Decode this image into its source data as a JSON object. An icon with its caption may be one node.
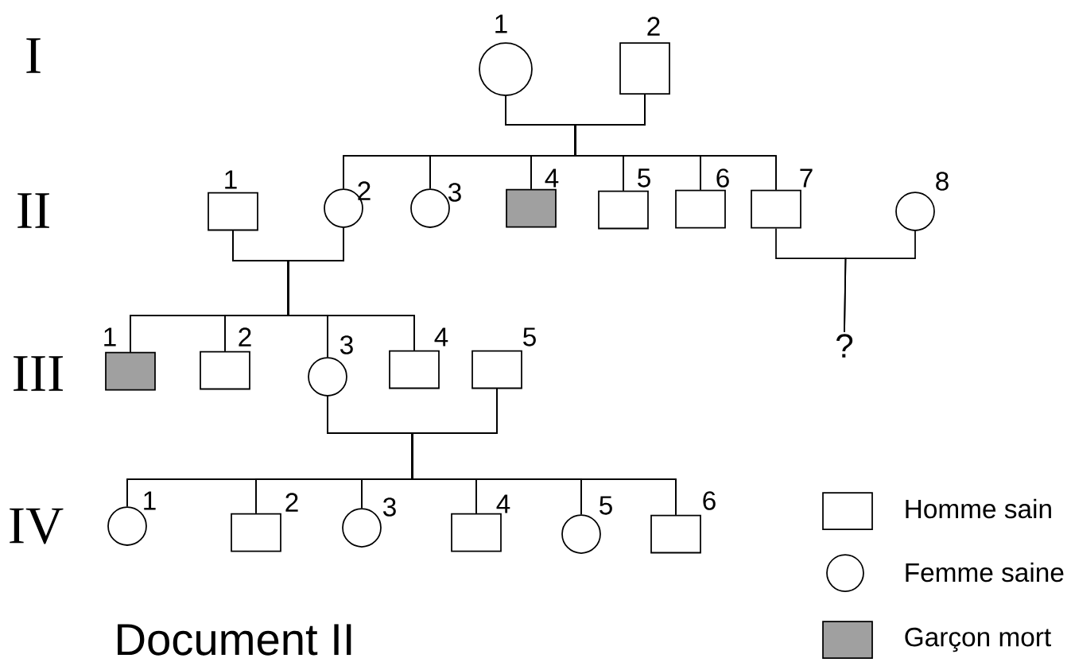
{
  "diagram": {
    "caption": "Document II",
    "nodes": [
      {
        "text": [],
        "shape": "circle",
        "beside": [
          "1"
        ]
      },
      {
        "text": [],
        "shape": "box",
        "beside": [
          "2"
        ]
      },
      {
        "text": [],
        "shape": "box",
        "beside": [
          "1"
        ]
      },
      {
        "text": [],
        "shape": "circle",
        "beside": [
          "2"
        ]
      },
      {
        "text": [],
        "shape": "circle",
        "beside": [
          "3"
        ]
      },
      {
        "text": [],
        "shape": "box",
        "beside": [
          "4"
        ]
      },
      {
        "text": [],
        "shape": "box",
        "beside": [
          "5"
        ]
      },
      {
        "text": [],
        "shape": "box",
        "beside": [
          "6"
        ]
      },
      {
        "text": [],
        "shape": "box",
        "beside": [
          "7"
        ]
      },
      {
        "text": [],
        "shape": "circle",
        "beside": [
          "8"
        ]
      },
      {
        "text": [],
        "shape": "box",
        "beside": [
          "1"
        ]
      },
      {
        "text": [],
        "shape": "box",
        "beside": [
          "2"
        ]
      },
      {
        "text": [],
        "shape": "circle",
        "beside": [
          "3"
        ]
      },
      {
        "text": [],
        "shape": "box",
        "beside": [
          "4"
        ]
      },
      {
        "text": [],
        "shape": "box",
        "beside": [
          "5"
        ]
      },
      {
        "text": [
          "?"
        ]
      },
      {
        "text": [],
        "shape": "circle",
        "beside": [
          "1"
        ]
      },
      {
        "text": [],
        "shape": "box",
        "beside": [
          "2"
        ]
      },
      {
        "text": [],
        "shape": "circle",
        "beside": [
          "3"
        ]
      },
      {
        "text": [],
        "shape": "box",
        "beside": [
          "4"
        ]
      },
      {
        "text": [],
        "shape": "circle",
        "beside": [
          "5"
        ]
      },
      {
        "text": [],
        "shape": "box",
        "beside": [
          "6"
        ]
      }
    ],
    "edges": [
      {
        "from": 0,
        "to": 3,
        "arrow": "none"
      },
      {
        "from": 1,
        "to": 3,
        "arrow": "none"
      },
      {
        "from": 0,
        "to": 4,
        "arrow": "none"
      },
      {
        "from": 1,
        "to": 4,
        "arrow": "none"
      },
      {
        "from": 0,
        "to": 5,
        "arrow": "none"
      },
      {
        "from": 1,
        "to": 5,
        "arrow": "none"
      },
      {
        "from": 0,
        "to": 6,
        "arrow": "none"
      },
      {
        "from": 1,
        "to": 6,
        "arrow": "none"
      },
      {
        "from": 0,
        "to": 7,
        "arrow": "none"
      },
      {
        "from": 1,
        "to": 7,
        "arrow": "none"
      },
      {
        "from": 0,
        "to": 8,
        "arrow": "none"
      },
      {
        "from": 1,
        "to": 8,
        "arrow": "none"
      },
      {
        "from": 2,
        "to": 10,
        "arrow": "none"
      },
      {
        "from": 3,
        "to": 10,
        "arrow": "none"
      },
      {
        "from": 2,
        "to": 11,
        "arrow": "none"
      },
      {
        "from": 3,
        "to": 11,
        "arrow": "none"
      },
      {
        "from": 2,
        "to": 12,
        "arrow": "none"
      },
      {
        "from": 3,
        "to": 12,
        "arrow": "none"
      },
      {
        "from": 2,
        "to": 13,
        "arrow": "none"
      },
      {
        "from": 3,
        "to": 13,
        "arrow": "none"
      },
      {
        "from": 8,
        "to": 15,
        "arrow": "none"
      },
      {
        "from": 9,
        "to": 15,
        "arrow": "none"
      },
      {
        "from": 12,
        "to": 16,
        "arrow": "none"
      },
      {
        "from": 14,
        "to": 16,
        "arrow": "none"
      },
      {
        "from": 12,
        "to": 17,
        "arrow": "none"
      },
      {
        "from": 14,
        "to": 17,
        "arrow": "none"
      },
      {
        "from": 12,
        "to": 18,
        "arrow": "none"
      },
      {
        "from": 14,
        "to": 18,
        "arrow": "none"
      },
      {
        "from": 12,
        "to": 19,
        "arrow": "none"
      },
      {
        "from": 14,
        "to": 19,
        "arrow": "none"
      },
      {
        "from": 12,
        "to": 20,
        "arrow": "none"
      },
      {
        "from": 14,
        "to": 20,
        "arrow": "none"
      },
      {
        "from": 12,
        "to": 21,
        "arrow": "none"
      },
      {
        "from": 14,
        "to": 21,
        "arrow": "none"
      }
    ],
    "labels": [
      "I",
      "II",
      "III",
      "IV"
    ],
    "legend": [
      {
        "text": "Homme sain"
      },
      {
        "text": "Femme saine"
      },
      {
        "text": "Garçon mort",
        "color": "#a0a0a0"
      }
    ]
  }
}
